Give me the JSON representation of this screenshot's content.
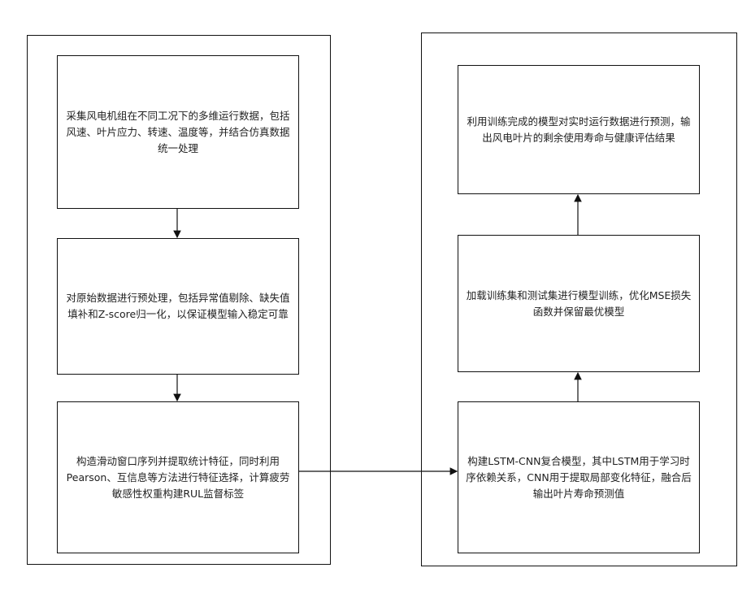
{
  "steps": [
    "采集风电机组在不同工况下的多维运行数据，包括风速、叶片应力、转速、温度等，并结合仿真数据统一处理",
    "对原始数据进行预处理，包括异常值剔除、缺失值填补和Z-score归一化，以保证模型输入稳定可靠",
    "构造滑动窗口序列并提取统计特征，同时利用Pearson、互信息等方法进行特征选择，计算疲劳敏感性权重构建RUL监督标签",
    "构建LSTM-CNN复合模型，其中LSTM用于学习时序依赖关系，CNN用于提取局部变化特征，融合后输出叶片寿命预测值",
    "加载训练集和测试集进行模型训练，优化MSE损失函数并保留最优模型",
    "利用训练完成的模型对实时运行数据进行预测，输出风电叶片的剩余使用寿命与健康评估结果"
  ]
}
